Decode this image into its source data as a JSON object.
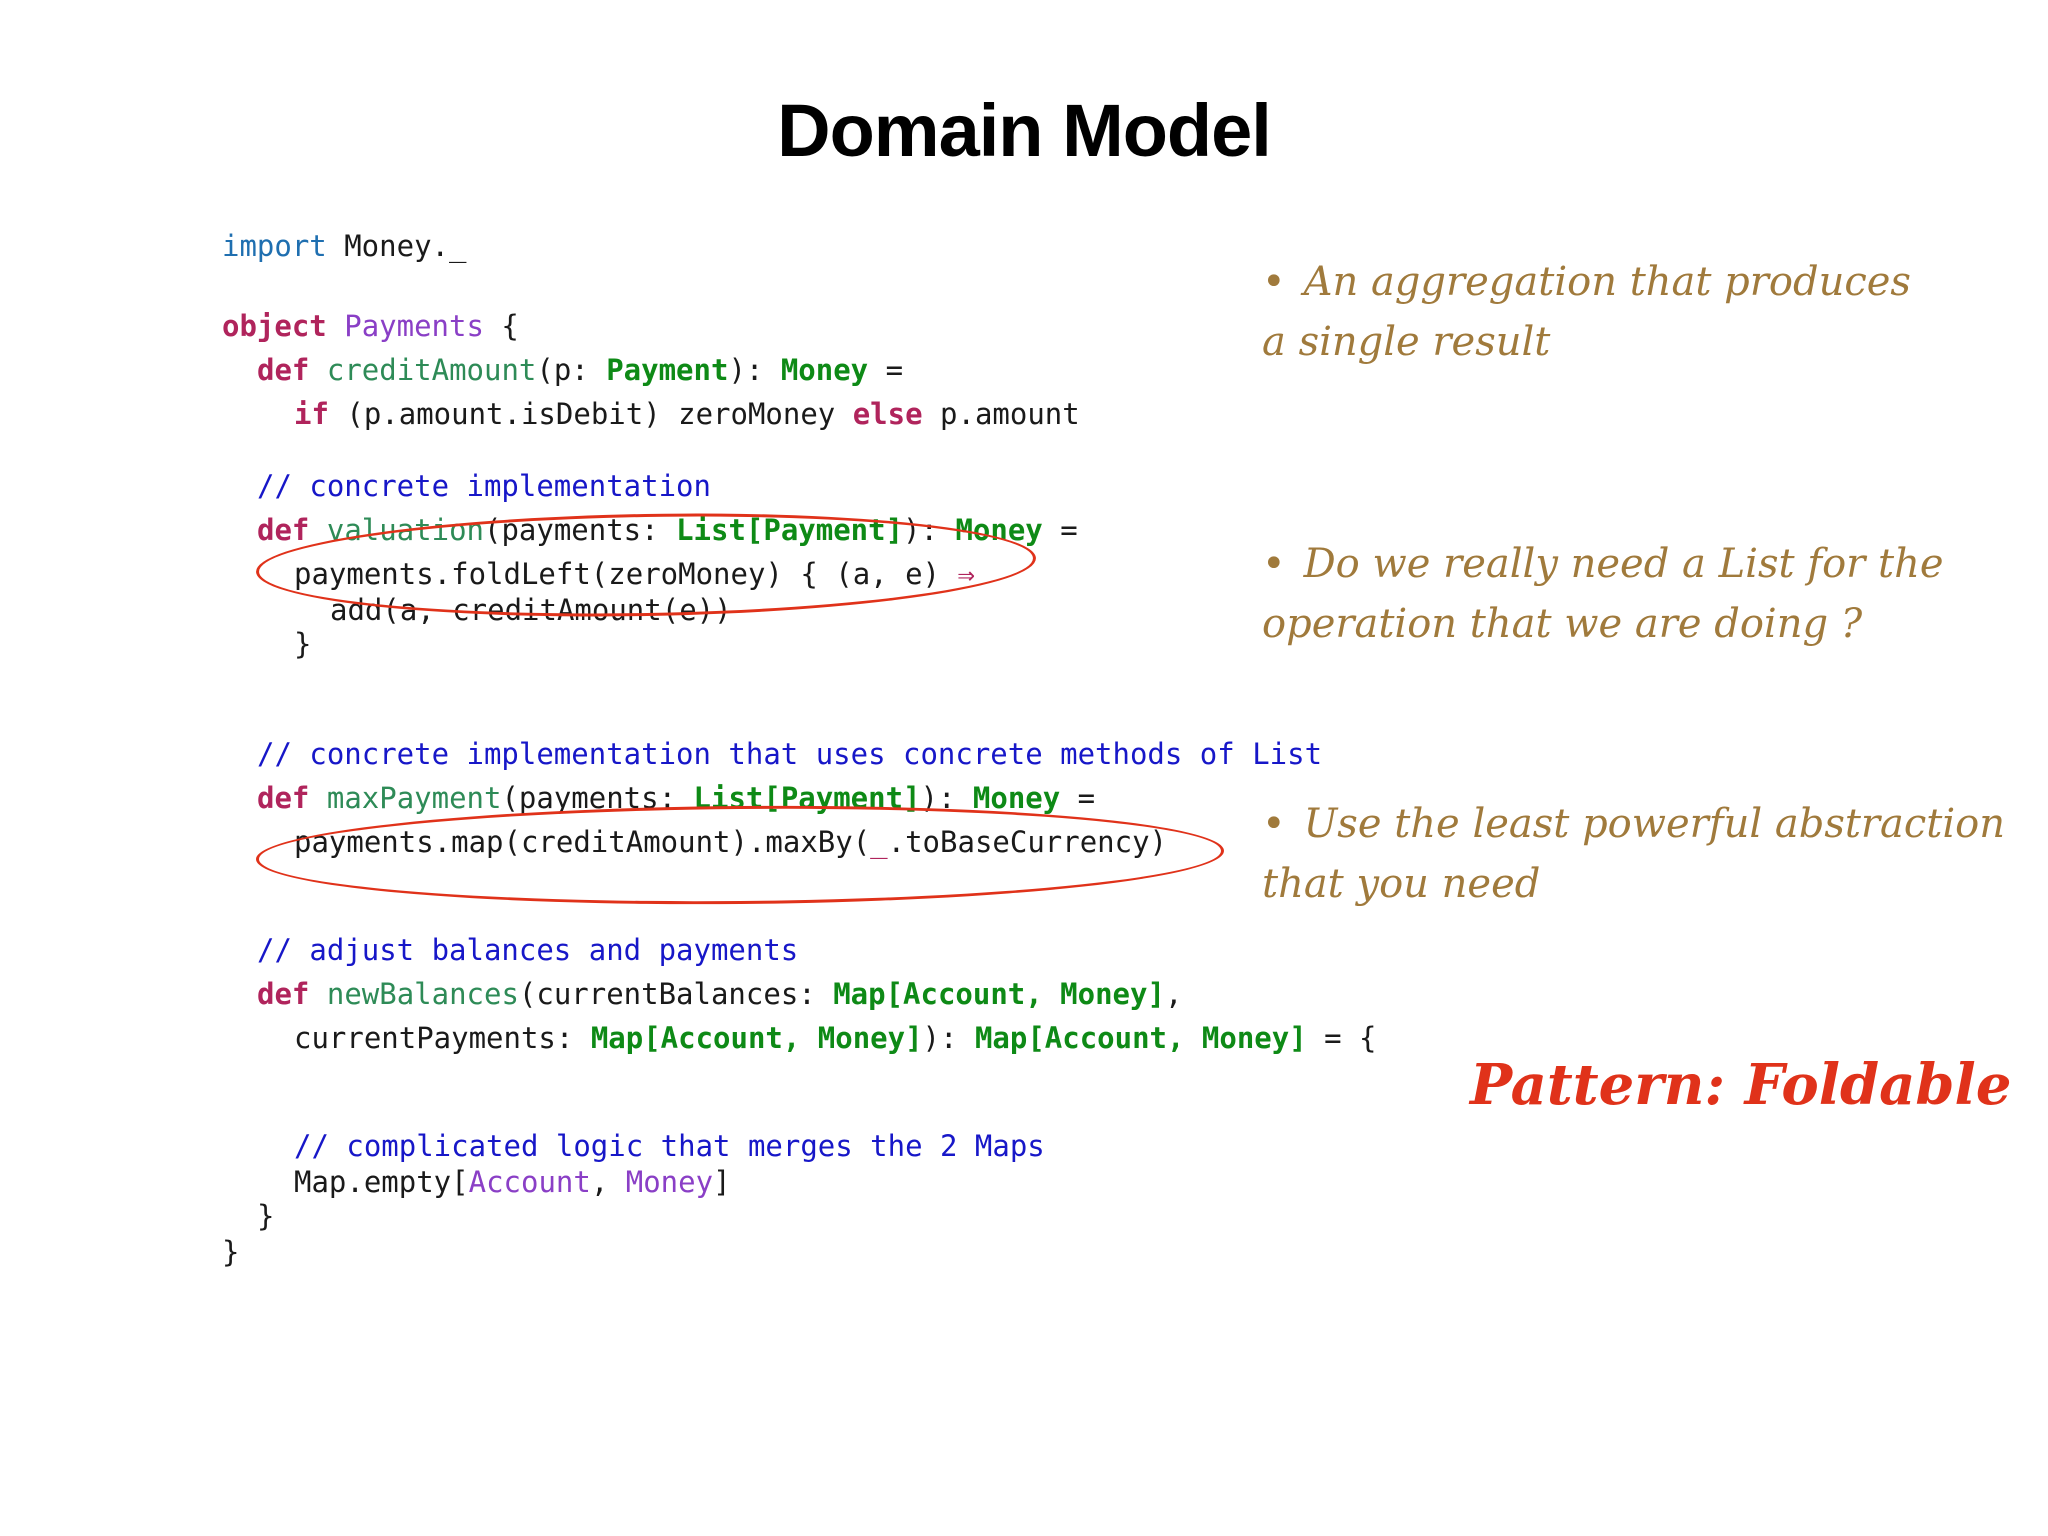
{
  "slide": {
    "title": "Domain Model"
  },
  "code": {
    "l1": {
      "kw": "import",
      "rest": " Money._"
    },
    "l2": {
      "kw": "object",
      "name": "Payments",
      "rest": " {"
    },
    "l3": {
      "kw": "def",
      "name": "creditAmount",
      "p1": "(p: ",
      "t1": "Payment",
      "p2": "): ",
      "t2": "Money",
      "p3": " ="
    },
    "l4": {
      "kw1": "if",
      "p1": " (p.amount.isDebit) zeroMoney ",
      "kw2": "else",
      "p2": " p.amount"
    },
    "l5": {
      "comment": "// concrete implementation"
    },
    "l6": {
      "kw": "def",
      "name": "valuation",
      "p1": "(payments: ",
      "t1": "List[Payment]",
      "p2": "): ",
      "t2": "Money",
      "p3": " ="
    },
    "l7": {
      "p1": "payments.foldLeft(zeroMoney) { (a, e) ",
      "arrow": "⇒"
    },
    "l8": {
      "text": "add(a, creditAmount(e))"
    },
    "l9": {
      "text": "}"
    },
    "l10": {
      "comment": "// concrete implementation that uses concrete methods of List"
    },
    "l11": {
      "kw": "def",
      "name": "maxPayment",
      "p1": "(payments: ",
      "t1": "List[Payment]",
      "p2": "): ",
      "t2": "Money",
      "p3": " ="
    },
    "l12": {
      "p1": "payments.map(creditAmount).maxBy(",
      "under": "_",
      "p2": ".toBaseCurrency)"
    },
    "l13": {
      "comment": "// adjust balances and payments"
    },
    "l14": {
      "kw": "def",
      "name": "newBalances",
      "p1": "(currentBalances: ",
      "t1": "Map[Account, Money]",
      "p2": ","
    },
    "l15": {
      "p1": "currentPayments: ",
      "t1": "Map[Account, Money]",
      "p2": "): ",
      "t2": "Map[Account, Money]",
      "p3": " = {"
    },
    "l16": {
      "comment": "// complicated logic that merges the 2 Maps"
    },
    "l17": {
      "p1": "Map.empty[",
      "o1": "Account",
      "p2": ", ",
      "o2": "Money",
      "p3": "]"
    },
    "l18": {
      "text": "}"
    },
    "l19": {
      "text": "}"
    }
  },
  "notes": [
    {
      "bullet": "•",
      "line1": "An aggregation that produces",
      "line2": "a single result"
    },
    {
      "bullet": "•",
      "line1": "Do we really need a List for the",
      "line2": "operation that we are doing ?"
    },
    {
      "bullet": "•",
      "line1": "Use the least powerful abstraction",
      "line2": "that you need"
    }
  ],
  "pattern": "Pattern: Foldable",
  "colors": {
    "note": "#a07a3c",
    "highlight": "#e0321a",
    "keyword": "#b0245c",
    "type": "#0e8a16",
    "comment": "#1717c8"
  }
}
